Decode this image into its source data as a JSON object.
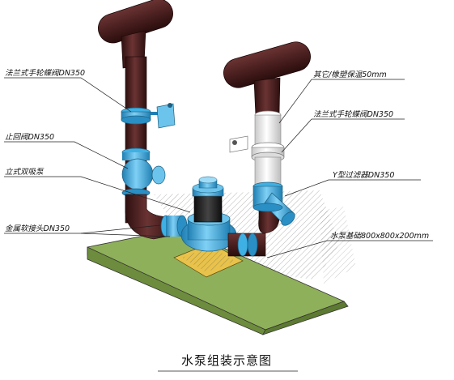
{
  "title": "水泵组装示意图",
  "labels": {
    "butterfly_valve_left": "法兰式手轮蝶阀DN350",
    "check_valve": "止回阀DN350",
    "vertical_pump": "立式双吸泵",
    "flex_joint": "金属软接头DN350",
    "insulation": "其它/橡塑保温50mm",
    "butterfly_valve_right": "法兰式手轮蝶阀DN350",
    "y_strainer": "Y型过滤器DN350",
    "pump_base": "水泵基础800x800x200mm"
  },
  "colors": {
    "pipe": "#4a1f1f",
    "pipe_dark": "#2e1010",
    "pipe_light": "#6b3333",
    "fitting": "#3fb0e3",
    "fitting_dark": "#1f7fb3",
    "insulation": "#f4f4f4",
    "base": "#8fb05a",
    "base_dark": "#6d8c3e",
    "pump_motor": "#222222",
    "pad": "#e8c24a"
  }
}
